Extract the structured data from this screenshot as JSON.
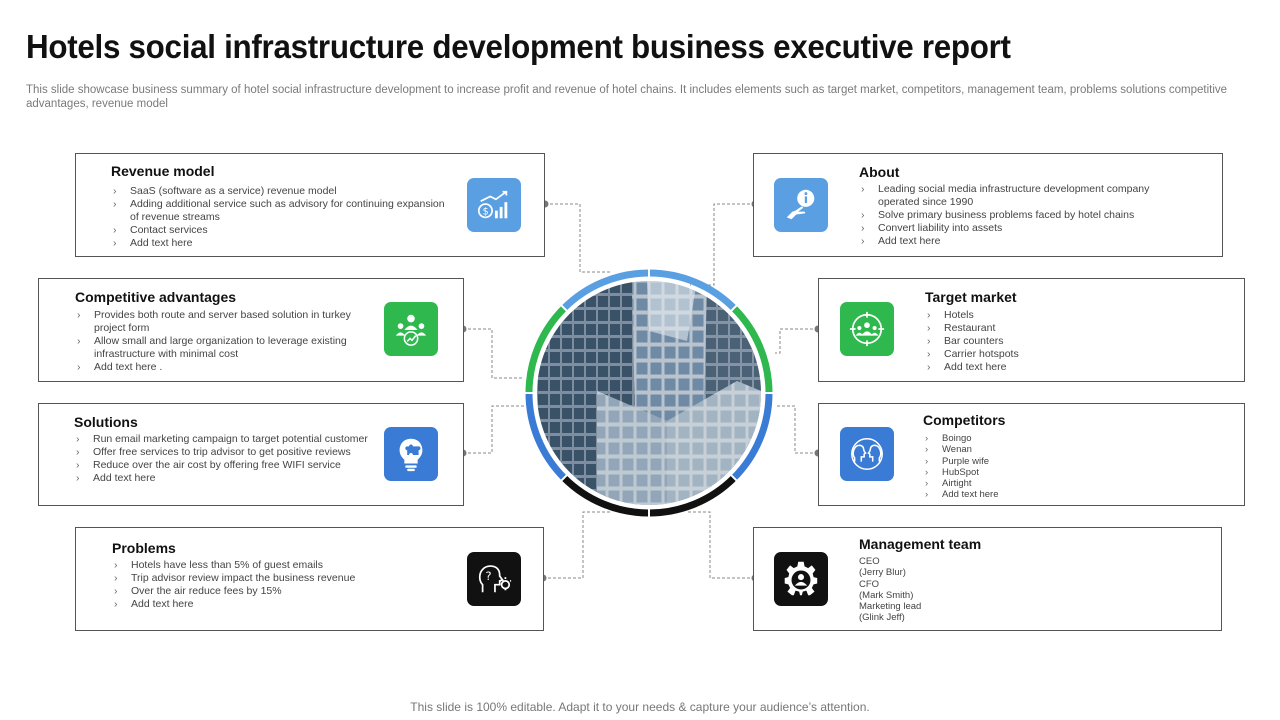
{
  "page": {
    "title": "Hotels social infrastructure development business executive report",
    "subtitle": "This slide showcase business summary of hotel social infrastructure development to increase profit and revenue of hotel chains. It includes elements such as target market, competitors, management team, problems solutions competitive advantages, revenue model",
    "footer": "This slide is 100% editable. Adapt it to your needs & capture your audience’s attention."
  },
  "colors": {
    "light_blue": "#5b9fe3",
    "green": "#2eb84e",
    "dark_blue": "#3a7bd5",
    "black": "#111111",
    "connector": "#888888"
  },
  "cards": {
    "revenue_model": {
      "title": "Revenue model",
      "icon": "revenue-growth-icon",
      "items": [
        "SaaS (software as a service) revenue model",
        "Adding additional service such as advisory for continuing expansion of revenue streams",
        "Contact services",
        "Add text here"
      ]
    },
    "competitive_advantages": {
      "title": "Competitive advantages",
      "icon": "team-growth-icon",
      "items": [
        "Provides both route and server based solution in turkey project form",
        "Allow small and large organization to leverage existing infrastructure with minimal cost",
        "Add text here ."
      ]
    },
    "solutions": {
      "title": "Solutions",
      "icon": "lightbulb-puzzle-icon",
      "items": [
        "Run email marketing campaign to target potential customer",
        "Offer free services to trip advisor to get positive reviews",
        "Reduce over the air cost by offering free WIFI service",
        "Add text here"
      ]
    },
    "problems": {
      "title": "Problems",
      "icon": "head-question-icon",
      "items": [
        "Hotels have less than 5% of guest emails",
        "Trip advisor review impact the business revenue",
        "Over the air reduce fees by 15%",
        "Add text here"
      ]
    },
    "about": {
      "title": "About",
      "icon": "hand-info-icon",
      "items": [
        "Leading social media infrastructure development company operated since 1990",
        "Solve primary business problems faced by hotel chains",
        "Convert liability into assets",
        "Add text here"
      ]
    },
    "target_market": {
      "title": "Target market",
      "icon": "target-audience-icon",
      "items": [
        "Hotels",
        "Restaurant",
        "Bar counters",
        "Carrier hotspots",
        "Add text here"
      ]
    },
    "competitors": {
      "title": "Competitors",
      "icon": "facing-heads-icon",
      "items": [
        "Boingo",
        "Wenan",
        "Purple wife",
        "HubSpot",
        "Airtight",
        "Add text here"
      ]
    },
    "management_team": {
      "title": "Management team",
      "icon": "gear-person-icon",
      "items": [
        "CEO",
        "(Jerry Blur)",
        "CFO",
        "(Mark Smith)",
        "Marketing lead",
        "(Glink Jeff)"
      ]
    }
  },
  "center_image": "office-building-photo"
}
